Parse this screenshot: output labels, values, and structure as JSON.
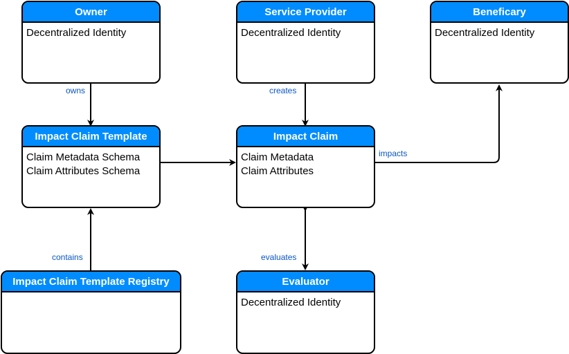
{
  "colors": {
    "header_fill": "#008cff",
    "header_text": "#ffffff",
    "edge_label": "#0a56c4",
    "stroke": "#000000"
  },
  "nodes": {
    "owner": {
      "title": "Owner",
      "lines": [
        "Decentralized Identity"
      ]
    },
    "service_provider": {
      "title": "Service Provider",
      "lines": [
        "Decentralized Identity"
      ]
    },
    "beneficary": {
      "title": "Beneficary",
      "lines": [
        "Decentralized Identity"
      ]
    },
    "impact_claim_template": {
      "title": "Impact Claim Template",
      "lines": [
        "Claim Metadata Schema",
        "Claim Attributes Schema"
      ]
    },
    "impact_claim": {
      "title": "Impact Claim",
      "lines": [
        "Claim Metadata",
        "Claim Attributes"
      ]
    },
    "registry": {
      "title": "Impact Claim Template Registry",
      "lines": []
    },
    "evaluator": {
      "title": "Evaluator",
      "lines": [
        "Decentralized Identity"
      ]
    }
  },
  "edges": {
    "owns": "owns",
    "creates": "creates",
    "impacts": "impacts",
    "contains": "contains",
    "evaluates": "evaluates"
  }
}
